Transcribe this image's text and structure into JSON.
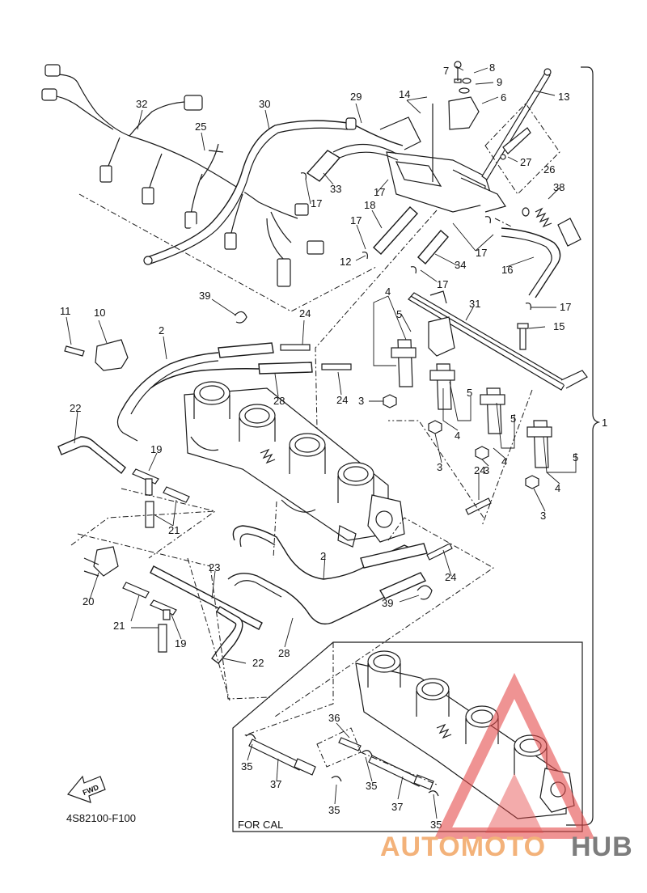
{
  "diagram": {
    "part_code": "4S82100-F100",
    "inset_label": "FOR CAL",
    "fwd_label": "FWD",
    "assembly_ref": "1",
    "callouts": [
      "32",
      "30",
      "25",
      "29",
      "14",
      "7",
      "8",
      "9",
      "6",
      "13",
      "27",
      "26",
      "38",
      "33",
      "17",
      "17",
      "17",
      "18",
      "17",
      "12",
      "34",
      "17",
      "16",
      "17",
      "39",
      "24",
      "10",
      "11",
      "2",
      "28",
      "24",
      "4",
      "5",
      "3",
      "31",
      "15",
      "5",
      "4",
      "3",
      "5",
      "4",
      "3",
      "24",
      "5",
      "4",
      "3",
      "22",
      "19",
      "21",
      "23",
      "20",
      "21",
      "19",
      "22",
      "2",
      "24",
      "39",
      "28",
      "36",
      "35",
      "37",
      "35",
      "35",
      "37",
      "35"
    ]
  },
  "watermark": {
    "part1": "AUTOMOTO",
    "part2": "HUB",
    "colors": {
      "triangle": "#e54b4b",
      "text1": "#f3b27a",
      "text2": "#7d7d7d"
    }
  }
}
